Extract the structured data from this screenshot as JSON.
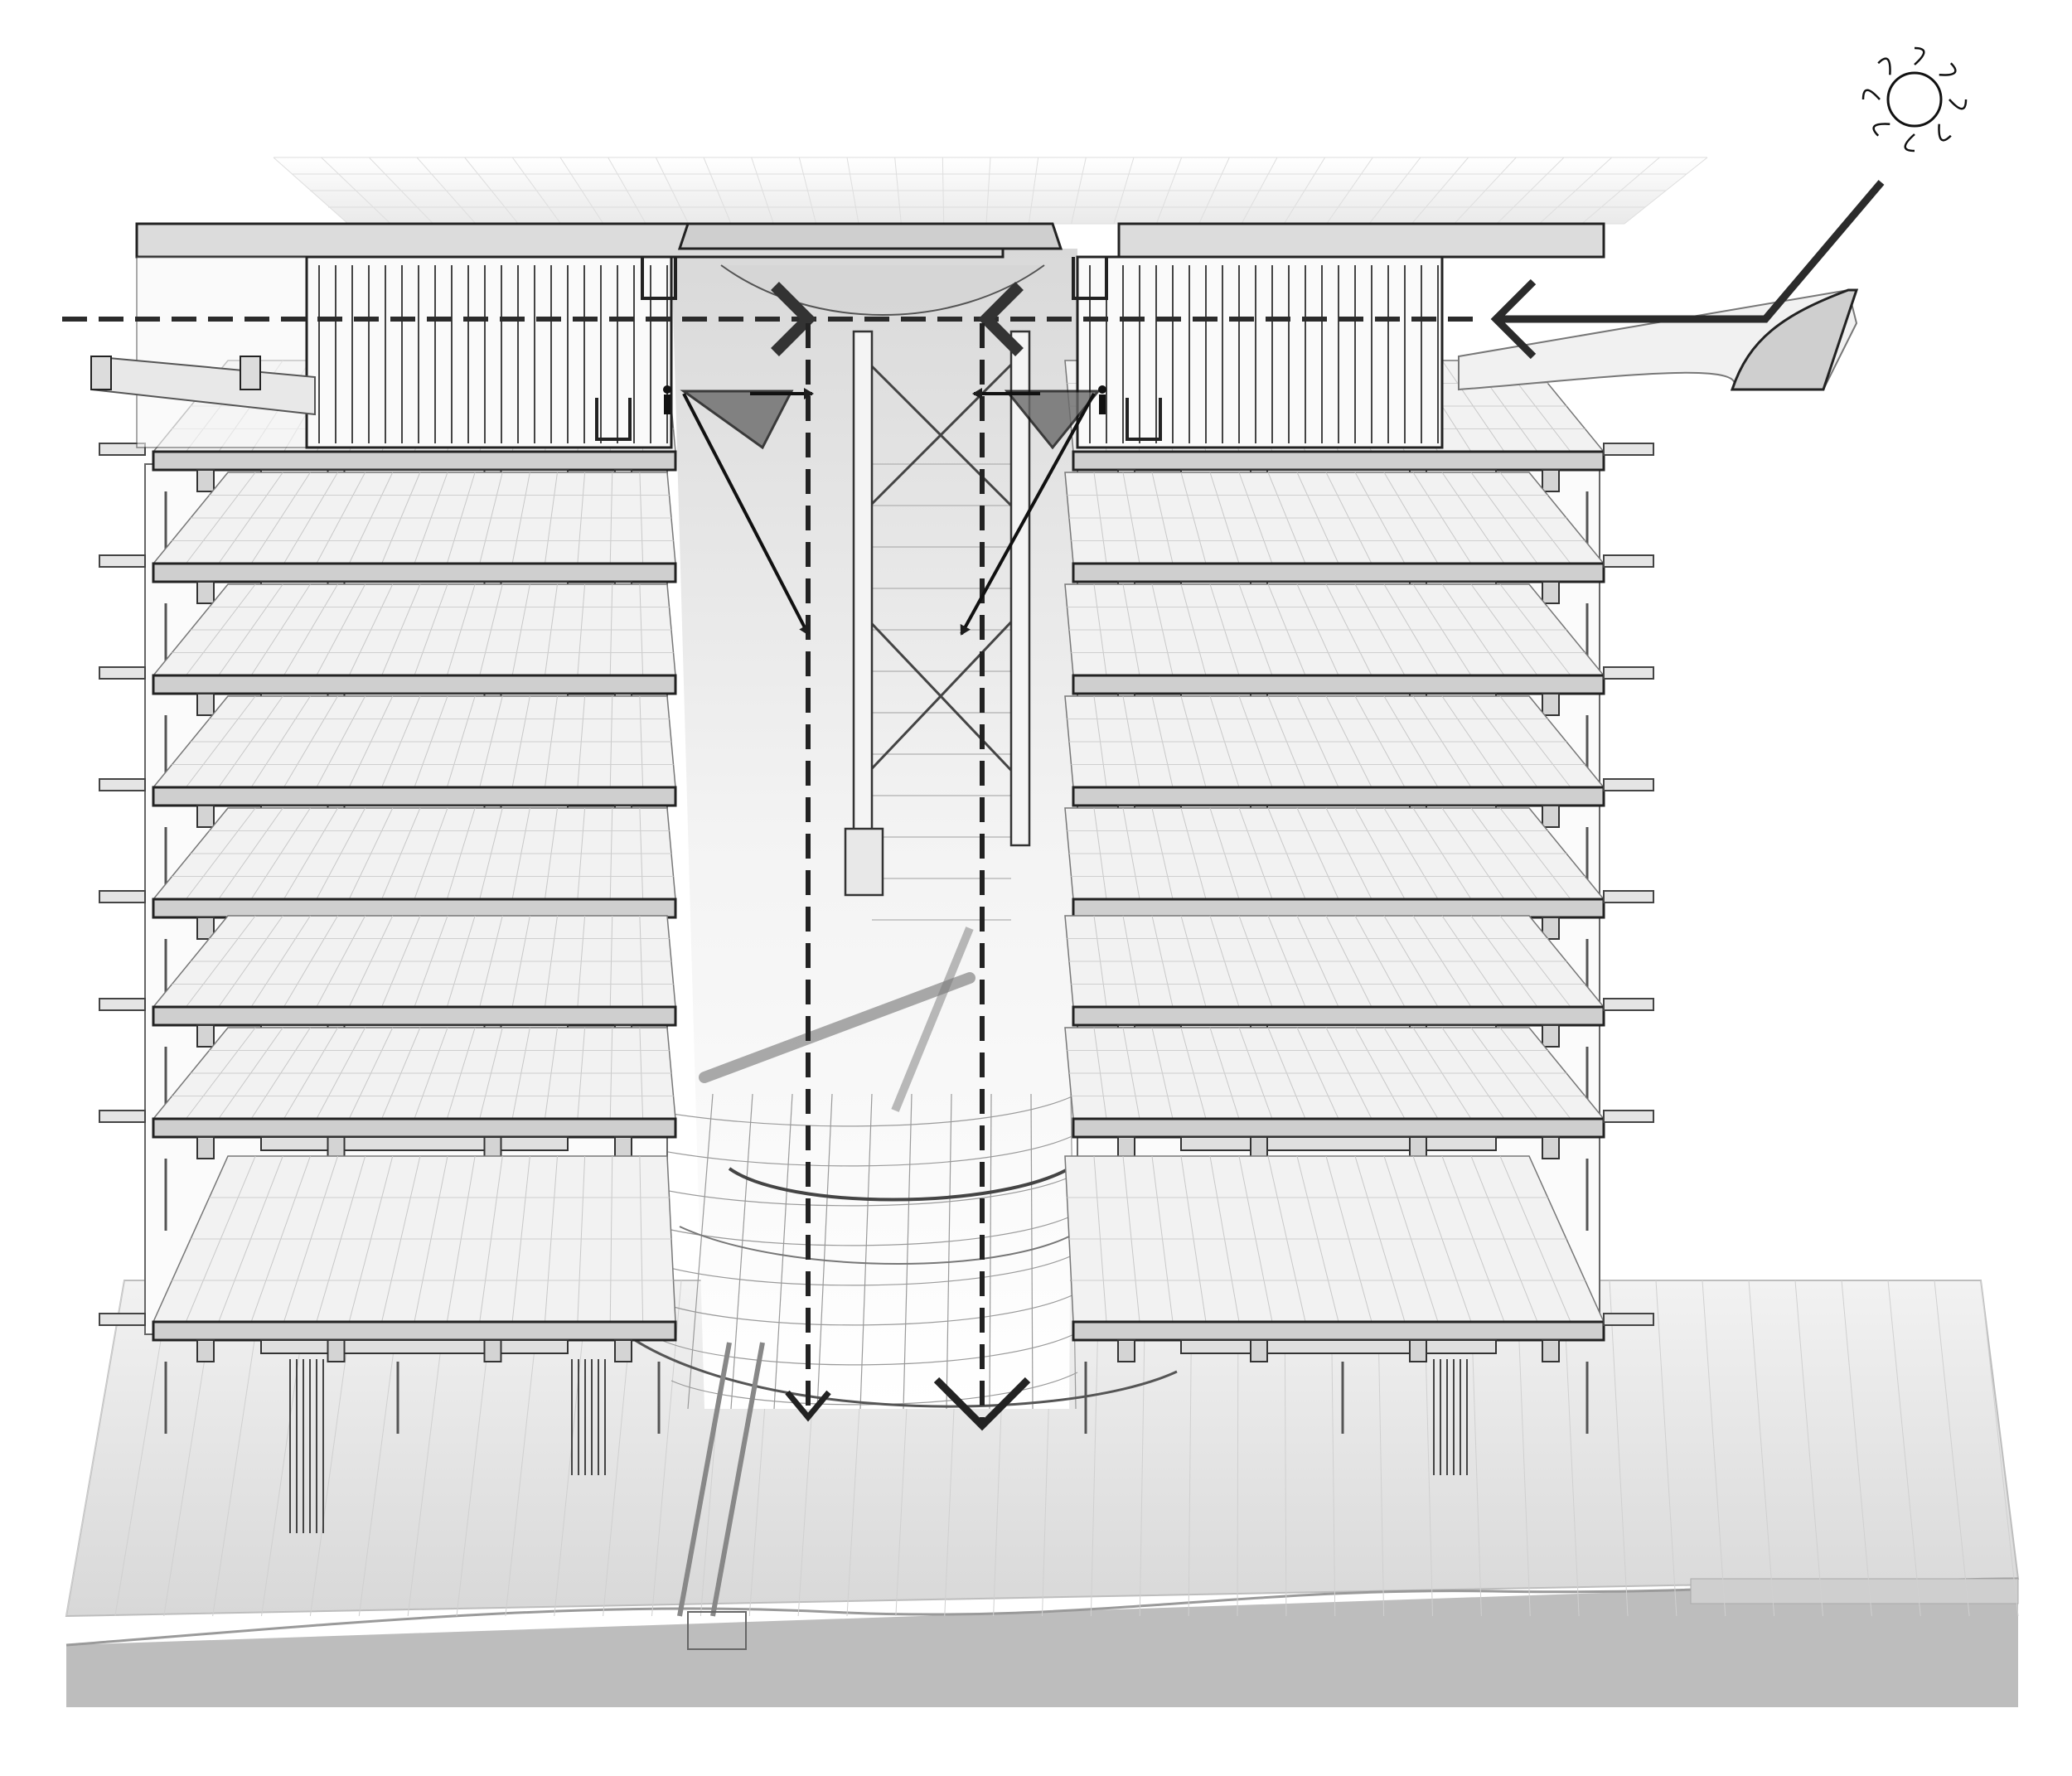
{
  "diagram": {
    "kind": "architectural section perspective",
    "text": [],
    "icons": [
      "sun-icon"
    ],
    "arrow_styles": [
      "solid",
      "dashed"
    ],
    "colors": {
      "background": "#ffffff",
      "ground": "#bdbdbd",
      "ground_top": "#e6e6e6",
      "slab": "#e9e9e9",
      "slab_edge": "#8c8c8c",
      "line": "#222222",
      "arrow": "#2b2b2b"
    }
  }
}
